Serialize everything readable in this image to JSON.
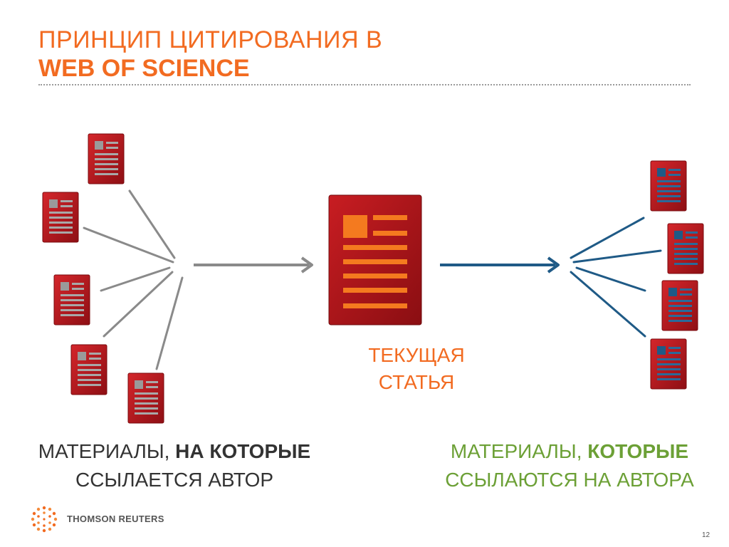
{
  "slide": {
    "title_line1": "ПРИНЦИП ЦИТИРОВАНИЯ В",
    "title_line2": "WEB OF SCIENCE",
    "current_article_line1": "ТЕКУЩАЯ",
    "current_article_line2": "СТАТЬЯ",
    "left_caption_plain": "МАТЕРИАЛЫ, ",
    "left_caption_bold": "НА КОТОРЫЕ",
    "left_caption_line2": "ССЫЛАЕТСЯ АВТОР",
    "right_caption_plain": "МАТЕРИАЛЫ, ",
    "right_caption_bold": "КОТОРЫЕ",
    "right_caption_line2": "ССЫЛАЮТСЯ НА АВТОРА",
    "logo_text": "THOMSON REUTERS",
    "page_number": "12"
  },
  "colors": {
    "orange": "#f26b21",
    "doc_red": "#b0141b",
    "gray_arrow": "#8a8a8a",
    "blue_arrow": "#1f5a86",
    "green_caption": "#6ca036"
  },
  "icons": {
    "cited_docs": "document-icon-gray",
    "citing_docs": "document-icon-blue",
    "center_doc": "document-icon-orange"
  }
}
